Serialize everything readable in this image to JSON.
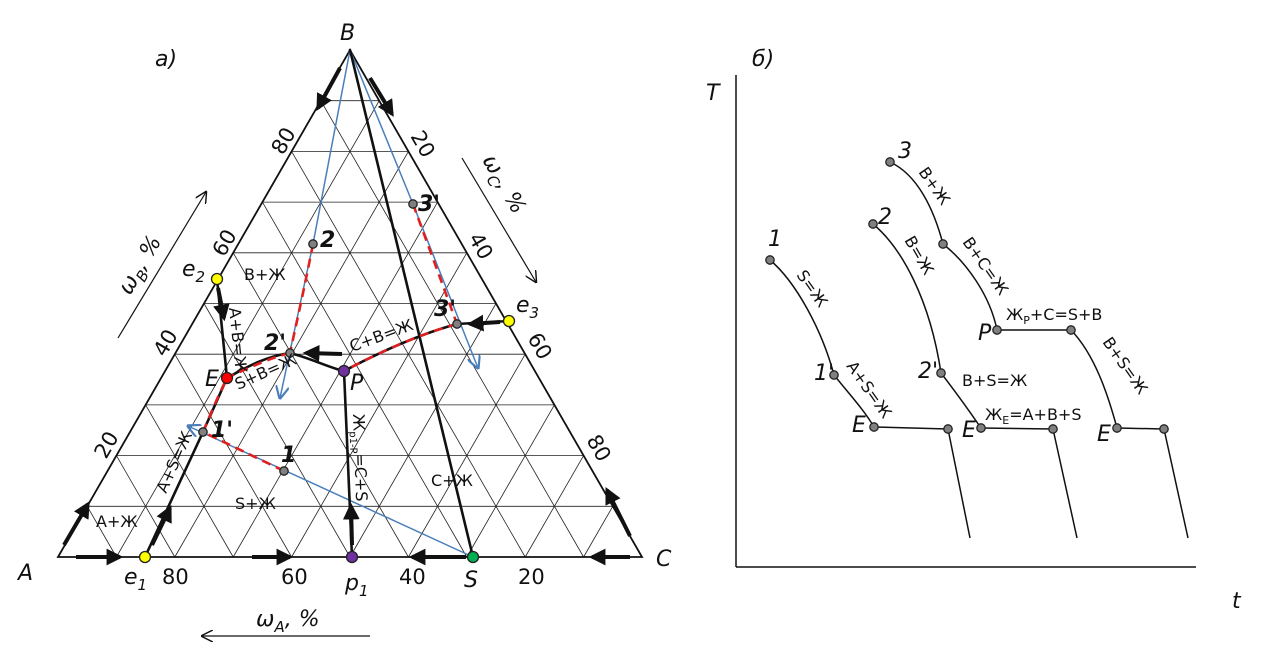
{
  "panel_a": {
    "label": "а)",
    "vertices": {
      "A": "A",
      "B": "B",
      "C": "C"
    },
    "points": {
      "e1": {
        "main": "e",
        "sub": "1"
      },
      "e2": {
        "main": "e",
        "sub": "2"
      },
      "e3": {
        "main": "e",
        "sub": "3"
      },
      "p1": {
        "main": "p",
        "sub": "1"
      },
      "E": "E",
      "P": "P",
      "S": "S",
      "n1": "1",
      "n2": "2",
      "n3": "3",
      "n1p": "1'",
      "n2p": "2'",
      "n3p": "3'",
      "n3pp": "3'"
    },
    "axis_wA": {
      "main": "ω",
      "sub": "A",
      "unit": ", %"
    },
    "axis_wB": {
      "main": "ω",
      "sub": "B",
      "unit": ", %"
    },
    "axis_wC": {
      "main": "ω",
      "sub": "C",
      "unit": ", %"
    },
    "bottom_ticks": [
      "80",
      "60",
      "40",
      "20"
    ],
    "left_ticks": [
      "80",
      "60",
      "40",
      "20"
    ],
    "right_ticks": [
      "20",
      "40",
      "60",
      "80"
    ],
    "regions": {
      "bzh": "B+Ж",
      "azh": "A+Ж",
      "szh": "S+Ж",
      "czh": "C+Ж"
    },
    "curve_labels": {
      "abzh": "A+B=Ж",
      "sbzh": "S+B=Ж",
      "cbzh": "C+B=Ж",
      "aszh": "A+S=Ж",
      "pzh": {
        "main": "Ж",
        "sub": "p1-P",
        "rest": "=C+S"
      }
    },
    "colors": {
      "blue": "#4a7ebb",
      "red": "#e02020",
      "yellow": "#ffff00",
      "purple": "#7030a0",
      "green": "#00b050",
      "grey": "#808080",
      "redpoint": "#ff0000"
    }
  },
  "panel_b": {
    "label": "б)",
    "axis_T": "T",
    "axis_t": "t",
    "curve1": {
      "start": "1",
      "mid": "1'",
      "end": "E",
      "seg1": "S=Ж",
      "seg2": "A+S=Ж"
    },
    "curve2": {
      "start": "2",
      "mid": "2'",
      "end": "E",
      "seg1": "B=Ж",
      "seg2": "B+S=Ж",
      "plateau": {
        "main": "Ж",
        "sub": "E",
        "rest": "=A+B+S"
      }
    },
    "curve3": {
      "start": "3",
      "P": "P",
      "end": "E",
      "seg1": "B+Ж",
      "seg2": "B+C=Ж",
      "plateau": {
        "main": "Ж",
        "sub": "P",
        "rest": "+C=S+B"
      },
      "seg3": "B+S=Ж"
    }
  }
}
